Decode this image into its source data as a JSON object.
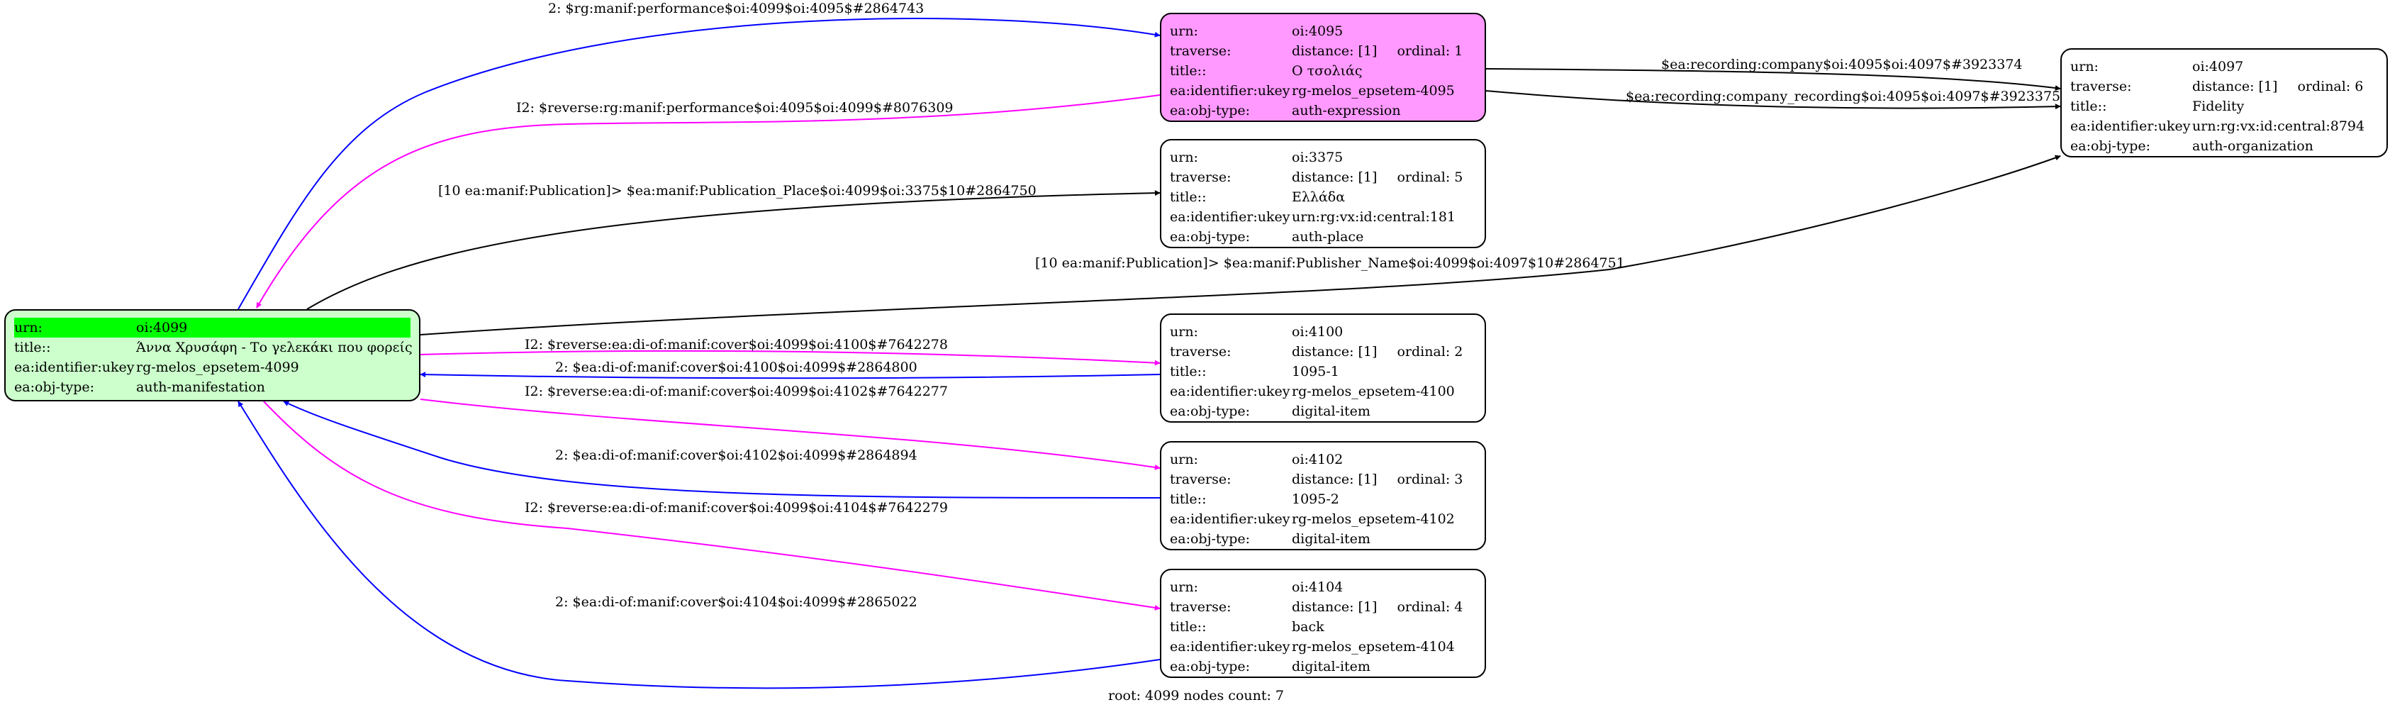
{
  "colors": {
    "root_fill": "#ccffcc",
    "focus_fill": "#ff99ff",
    "highlight": "#00ff00",
    "edge_blue": "#0000ff",
    "edge_magenta": "#ff00ff",
    "edge_black": "#000000"
  },
  "nodes": {
    "n4099": {
      "urn_key": "urn:",
      "urn": "oi:4099",
      "title_key": "title::",
      "title": "Άννα Χρυσάφη - Το γελεκάκι που φορείς",
      "ukey_key": "ea:identifier:ukey",
      "ukey": "rg-melos_epsetem-4099",
      "type_key": "ea:obj-type:",
      "type": "auth-manifestation"
    },
    "n4095": {
      "urn_key": "urn:",
      "urn": "oi:4095",
      "traverse_key": "traverse:",
      "distance": "distance: [1]",
      "ordinal": "ordinal: 1",
      "title_key": "title::",
      "title": "Ο τσολιάς",
      "ukey_key": "ea:identifier:ukey",
      "ukey": "rg-melos_epsetem-4095",
      "type_key": "ea:obj-type:",
      "type": "auth-expression"
    },
    "n3375": {
      "urn_key": "urn:",
      "urn": "oi:3375",
      "traverse_key": "traverse:",
      "distance": "distance: [1]",
      "ordinal": "ordinal: 5",
      "title_key": "title::",
      "title": "Ελλάδα",
      "ukey_key": "ea:identifier:ukey",
      "ukey": "urn:rg:vx:id:central:181",
      "type_key": "ea:obj-type:",
      "type": "auth-place"
    },
    "n4100": {
      "urn_key": "urn:",
      "urn": "oi:4100",
      "traverse_key": "traverse:",
      "distance": "distance: [1]",
      "ordinal": "ordinal: 2",
      "title_key": "title::",
      "title": "1095-1",
      "ukey_key": "ea:identifier:ukey",
      "ukey": "rg-melos_epsetem-4100",
      "type_key": "ea:obj-type:",
      "type": "digital-item"
    },
    "n4102": {
      "urn_key": "urn:",
      "urn": "oi:4102",
      "traverse_key": "traverse:",
      "distance": "distance: [1]",
      "ordinal": "ordinal: 3",
      "title_key": "title::",
      "title": "1095-2",
      "ukey_key": "ea:identifier:ukey",
      "ukey": "rg-melos_epsetem-4102",
      "type_key": "ea:obj-type:",
      "type": "digital-item"
    },
    "n4104": {
      "urn_key": "urn:",
      "urn": "oi:4104",
      "traverse_key": "traverse:",
      "distance": "distance: [1]",
      "ordinal": "ordinal: 4",
      "title_key": "title::",
      "title": "back",
      "ukey_key": "ea:identifier:ukey",
      "ukey": "rg-melos_epsetem-4104",
      "type_key": "ea:obj-type:",
      "type": "digital-item"
    },
    "n4097": {
      "urn_key": "urn:",
      "urn": "oi:4097",
      "traverse_key": "traverse:",
      "distance": "distance: [1]",
      "ordinal": "ordinal: 6",
      "title_key": "title::",
      "title": "Fidelity",
      "ukey_key": "ea:identifier:ukey",
      "ukey": "urn:rg:vx:id:central:8794",
      "type_key": "ea:obj-type:",
      "type": "auth-organization"
    }
  },
  "edges": [
    {
      "label": "2: $rg:manif:performance$oi:4099$oi:4095$#2864743",
      "color": "blue"
    },
    {
      "label": "I2: $reverse:rg:manif:performance$oi:4095$oi:4099$#8076309",
      "color": "magenta"
    },
    {
      "label": "[10 ea:manif:Publication]> $ea:manif:Publication_Place$oi:4099$oi:3375$10#2864750",
      "color": "black"
    },
    {
      "label": "[10 ea:manif:Publication]> $ea:manif:Publisher_Name$oi:4099$oi:4097$10#2864751",
      "color": "black"
    },
    {
      "label": "I2: $reverse:ea:di-of:manif:cover$oi:4099$oi:4100$#7642278",
      "color": "magenta"
    },
    {
      "label": "2: $ea:di-of:manif:cover$oi:4100$oi:4099$#2864800",
      "color": "blue"
    },
    {
      "label": "I2: $reverse:ea:di-of:manif:cover$oi:4099$oi:4102$#7642277",
      "color": "magenta"
    },
    {
      "label": "2: $ea:di-of:manif:cover$oi:4102$oi:4099$#2864894",
      "color": "blue"
    },
    {
      "label": "I2: $reverse:ea:di-of:manif:cover$oi:4099$oi:4104$#7642279",
      "color": "magenta"
    },
    {
      "label": "2: $ea:di-of:manif:cover$oi:4104$oi:4099$#2865022",
      "color": "blue"
    },
    {
      "label": "$ea:recording:company$oi:4095$oi:4097$#3923374",
      "color": "black"
    },
    {
      "label": "$ea:recording:company_recording$oi:4095$oi:4097$#3923375",
      "color": "black"
    }
  ],
  "footer": "root: 4099 nodes count: 7"
}
